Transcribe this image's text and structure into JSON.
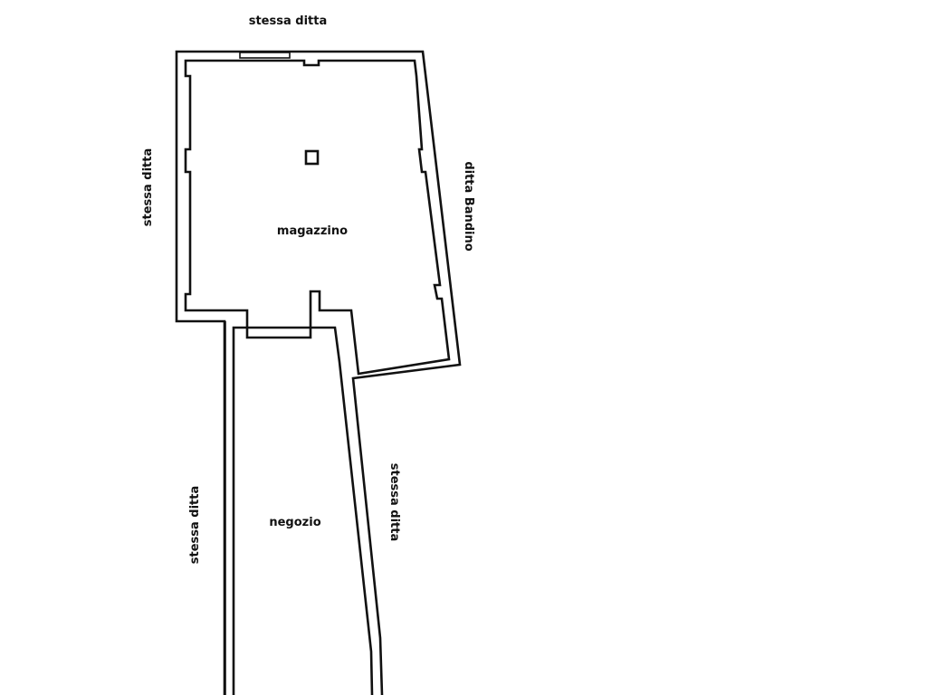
{
  "plan": {
    "rooms": {
      "storage": "magazzino",
      "shop": "negozio"
    },
    "neighbours": {
      "top": "stessa ditta",
      "left_upper": "stessa ditta",
      "right_upper": "ditta Bandino",
      "left_lower": "stessa ditta",
      "right_lower": "stessa ditta"
    },
    "colors": {
      "line": "#111111",
      "background": "#ffffff"
    }
  }
}
